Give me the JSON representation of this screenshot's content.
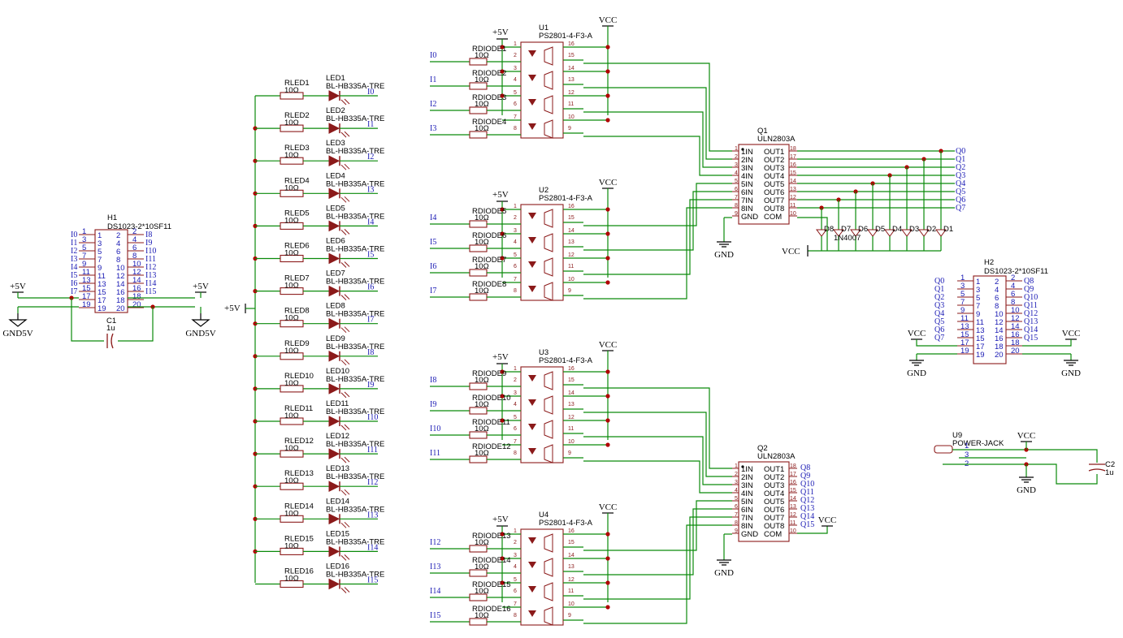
{
  "header": {
    "ref": "H1",
    "value": "DS1023-2*10SF11"
  },
  "header2": {
    "ref": "H2",
    "value": "DS1023-2*10SF11"
  },
  "c1": {
    "ref": "C1",
    "value": "1u"
  },
  "c2": {
    "ref": "C2",
    "value": "1u"
  },
  "power": {
    "p5v": "+5V",
    "gnd5v": "GND5V",
    "vcc": "VCC",
    "gnd": "GND"
  },
  "opto": {
    "part": "PS2801-4-F3-A",
    "refs": [
      "U1",
      "U2",
      "U3",
      "U4"
    ]
  },
  "driver": {
    "part": "ULN2803A",
    "refs": [
      "Q1",
      "Q2"
    ]
  },
  "jack": {
    "ref": "U9",
    "value": "POWER-JACK"
  },
  "led_part": "BL-HB335A-TRE",
  "res_value": "10Ω",
  "diode_part": "1N4007",
  "h1_left": [
    "I0",
    "I1",
    "I2",
    "I3",
    "I4",
    "I5",
    "I6",
    "I7"
  ],
  "h1_right": [
    "I8",
    "I9",
    "I10",
    "I11",
    "I12",
    "I13",
    "I14",
    "I15"
  ],
  "h2_left": [
    "Q0",
    "Q1",
    "Q2",
    "Q3",
    "Q4",
    "Q5",
    "Q6",
    "Q7"
  ],
  "h2_right": [
    "Q8",
    "Q9",
    "Q10",
    "Q11",
    "Q12",
    "Q13",
    "Q14",
    "Q15"
  ],
  "q1_outputs": [
    "Q0",
    "Q1",
    "Q2",
    "Q3",
    "Q4",
    "Q5",
    "Q6",
    "Q7"
  ],
  "q2_outputs": [
    "Q8",
    "Q9",
    "Q10",
    "Q11",
    "Q12",
    "Q13",
    "Q14",
    "Q15"
  ],
  "uln_in": [
    "1IN",
    "2IN",
    "3IN",
    "4IN",
    "5IN",
    "6IN",
    "7IN",
    "8IN",
    "GND"
  ],
  "uln_out": [
    "OUT1",
    "OUT2",
    "OUT3",
    "OUT4",
    "OUT5",
    "OUT6",
    "OUT7",
    "OUT8",
    "COM"
  ],
  "diodes": [
    "D1",
    "D2",
    "D3",
    "D4",
    "D5",
    "D6",
    "D7",
    "D8"
  ],
  "colors": {
    "wire": "#0a8a0a",
    "part": "#8b1a1a",
    "label": "#1a1ab4"
  }
}
